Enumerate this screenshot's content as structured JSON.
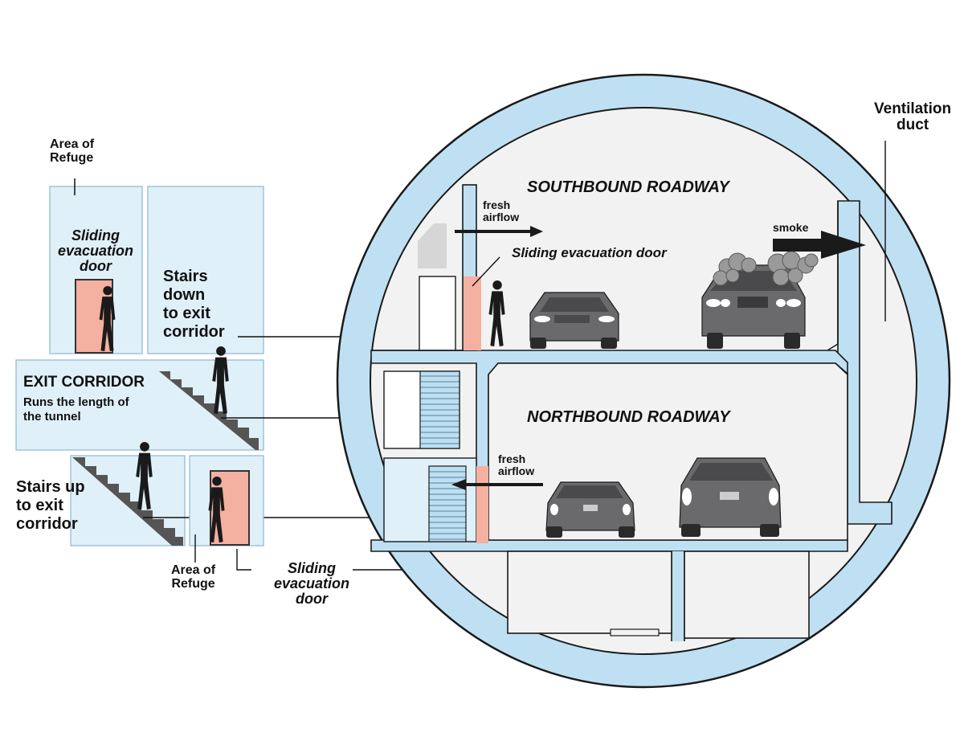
{
  "labels": {
    "area_refuge_top": [
      "Area of",
      "Refuge"
    ],
    "sliding_door_left": [
      "Sliding",
      "evacuation",
      "door"
    ],
    "stairs_down": [
      "Stairs",
      "down",
      "to exit",
      "corridor"
    ],
    "exit_corridor_title": "EXIT CORRIDOR",
    "exit_corridor_desc": [
      "Runs the length of",
      "the tunnel"
    ],
    "stairs_up": [
      "Stairs up",
      "to exit",
      "corridor"
    ],
    "area_refuge_bottom": [
      "Area of",
      "Refuge"
    ],
    "sliding_door_bottom": [
      "Sliding",
      "evacuation",
      "door"
    ],
    "southbound": "SOUTHBOUND ROADWAY",
    "northbound": "NORTHBOUND ROADWAY",
    "fresh_airflow_top": [
      "fresh",
      "airflow"
    ],
    "fresh_airflow_bottom": [
      "fresh",
      "airflow"
    ],
    "sliding_door_tunnel": "Sliding evacuation door",
    "smoke": "smoke",
    "ventilation_duct": [
      "Ventilation",
      "duct"
    ]
  },
  "colors": {
    "tunnel_shell": "#bfe0f2",
    "room_fill": "#dff0f9",
    "door": "#f4b0a0",
    "roadway": "#f2f2f2",
    "car": "#6a6a6c",
    "person": "#1a1a1a"
  }
}
